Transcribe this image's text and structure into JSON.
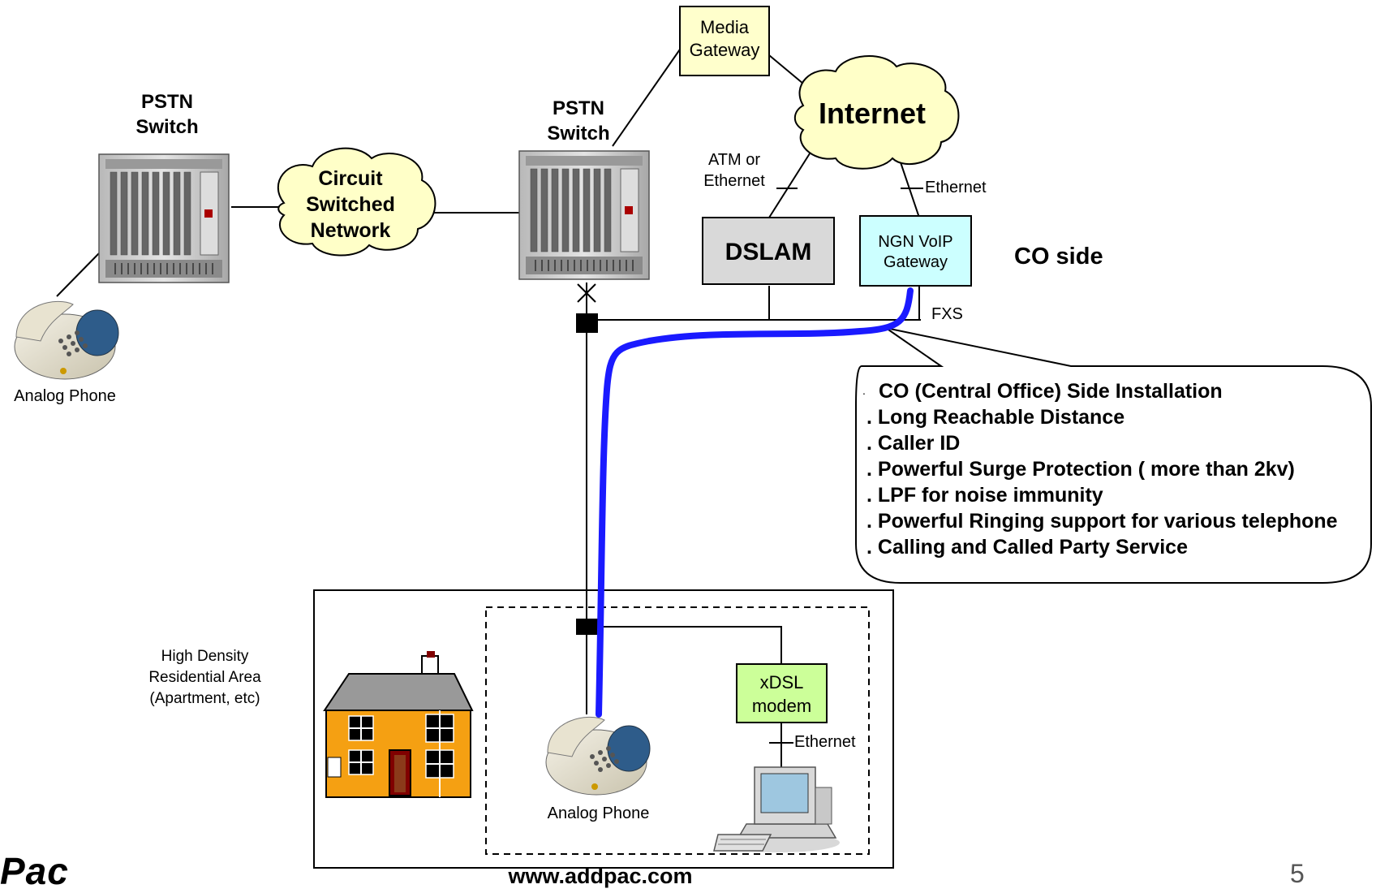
{
  "nodes": {
    "pstn_switch_left": "PSTN\nSwitch",
    "pstn_switch_right": "PSTN\nSwitch",
    "circuit_switched_network": [
      "Circuit",
      "Switched",
      "Network"
    ],
    "media_gateway": [
      "Media",
      "Gateway"
    ],
    "internet": "Internet",
    "dslam": "DSLAM",
    "ngn_voip_gateway": [
      "NGN VoIP",
      "Gateway"
    ],
    "co_side": "CO side",
    "xdsl_modem": [
      "xDSL",
      "modem"
    ],
    "analog_phone_left": "Analog Phone",
    "analog_phone_bottom": "Analog Phone",
    "residential_area": [
      "High Density",
      "Residential Area",
      "(Apartment, etc)"
    ]
  },
  "link_labels": {
    "atm_or_ethernet": [
      "ATM or",
      "Ethernet"
    ],
    "ethernet_top": "Ethernet",
    "fxs": "FXS",
    "ethernet_bottom": "Ethernet"
  },
  "callout": {
    "items": [
      "CO (Central Office) Side Installation",
      ". Long Reachable Distance",
      ". Caller ID",
      ". Powerful Surge Protection ( more than 2kv)",
      ". LPF for noise immunity",
      ". Powerful Ringing support for various telephone",
      ". Calling and Called Party Service"
    ],
    "first_prefix": "."
  },
  "footer": {
    "website": "www.addpac.com",
    "page_number": "5",
    "logo_text": "Pac"
  },
  "colors": {
    "blue_path": "#1a1aff",
    "media_gateway_fill": "#ffffcc",
    "ngn_gateway_fill": "#ccffff",
    "dslam_fill": "#d9d9d9",
    "modem_fill": "#ccff99",
    "house_wall": "#f5a012",
    "house_roof": "#999999"
  }
}
